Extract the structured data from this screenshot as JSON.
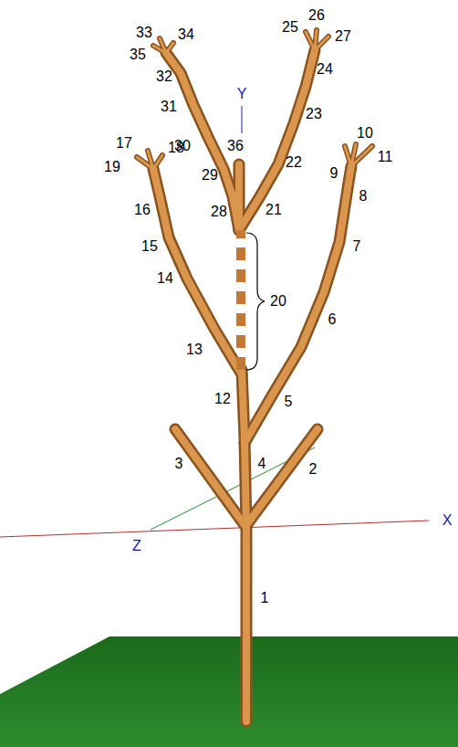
{
  "diagram": {
    "labels": [
      "1",
      "2",
      "3",
      "4",
      "5",
      "6",
      "7",
      "8",
      "9",
      "10",
      "11",
      "12",
      "13",
      "14",
      "15",
      "16",
      "17",
      "18",
      "19",
      "20",
      "21",
      "22",
      "23",
      "24",
      "25",
      "26",
      "27",
      "28",
      "29",
      "30",
      "31",
      "32",
      "33",
      "34",
      "35",
      "36",
      "X",
      "Y",
      "Z"
    ]
  }
}
